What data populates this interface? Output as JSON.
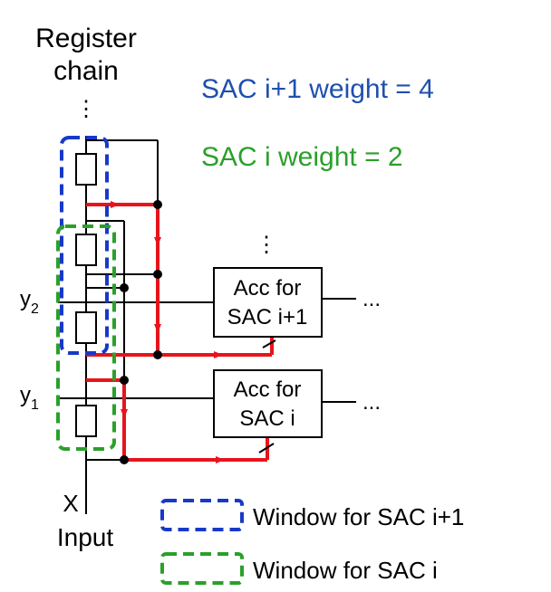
{
  "register_chain": {
    "line1": "Register",
    "line2": "chain",
    "ellipsis": "⋮"
  },
  "headers": {
    "sac_next_weight": "SAC i+1 weight = 4",
    "sac_weight": "SAC i weight = 2"
  },
  "signals": {
    "y2_base": "y",
    "y2_sub": "2",
    "y1_base": "y",
    "y1_sub": "1",
    "x": "X",
    "input": "Input"
  },
  "acc_next": {
    "line1": "Acc for",
    "line2": "SAC i+1",
    "output": "..."
  },
  "acc_i": {
    "line1": "Acc for",
    "line2": "SAC i",
    "output": "..."
  },
  "acc_ellipsis": "⋮",
  "legend": {
    "blue_label": "Window for SAC i+1",
    "green_label": "Window for SAC i"
  },
  "colors": {
    "blue": "#1739c8",
    "green": "#2aa02a",
    "red": "#e8141b",
    "header_blue": "#1f4fb0",
    "header_green": "#2aa02a"
  }
}
